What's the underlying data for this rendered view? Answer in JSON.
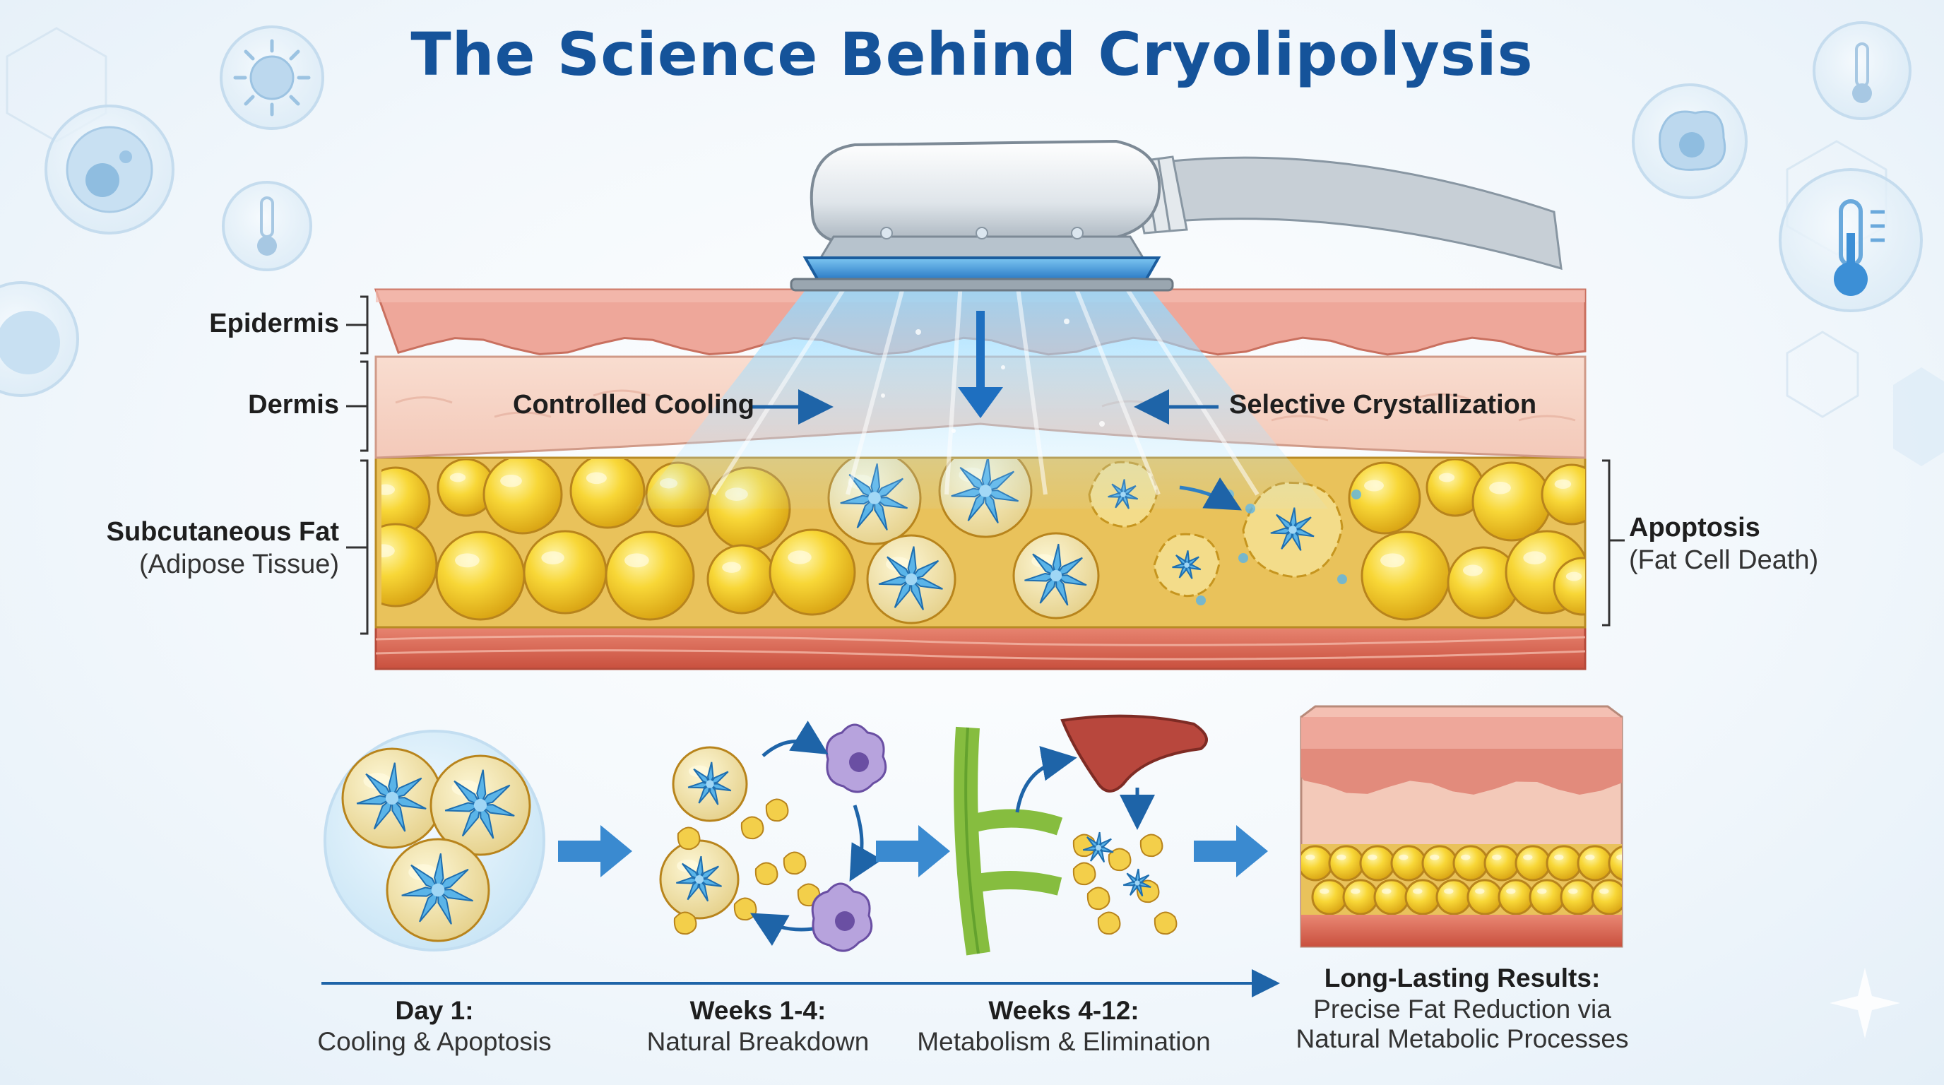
{
  "title": "The Science Behind Cryolipolysis",
  "layers": {
    "epidermis": "Epidermis",
    "dermis": "Dermis",
    "fat": "Subcutaneous Fat",
    "fat_sub": "(Adipose Tissue)"
  },
  "callouts": {
    "cooling": "Controlled Cooling",
    "crystallization": "Selective Crystallization",
    "apoptosis": "Apoptosis",
    "apoptosis_sub": "(Fat Cell Death)"
  },
  "timeline": [
    {
      "heading": "Day 1:",
      "desc": "Cooling & Apoptosis"
    },
    {
      "heading": "Weeks 1-4:",
      "desc": "Natural Breakdown"
    },
    {
      "heading": "Weeks 4-12:",
      "desc": "Metabolism & Elimination"
    }
  ],
  "result": {
    "heading": "Long-Lasting Results:",
    "line1": "Precise Fat Reduction via",
    "line2": "Natural Metabolic Processes"
  },
  "colors": {
    "title": "#15539a",
    "arrow": "#2e7fc4",
    "fat": "#f4cc2a",
    "crystal": "#5ab4e8",
    "epidermis": "#eea79a",
    "dermis": "#f7d6c8",
    "vessel": "#86bd3f"
  }
}
